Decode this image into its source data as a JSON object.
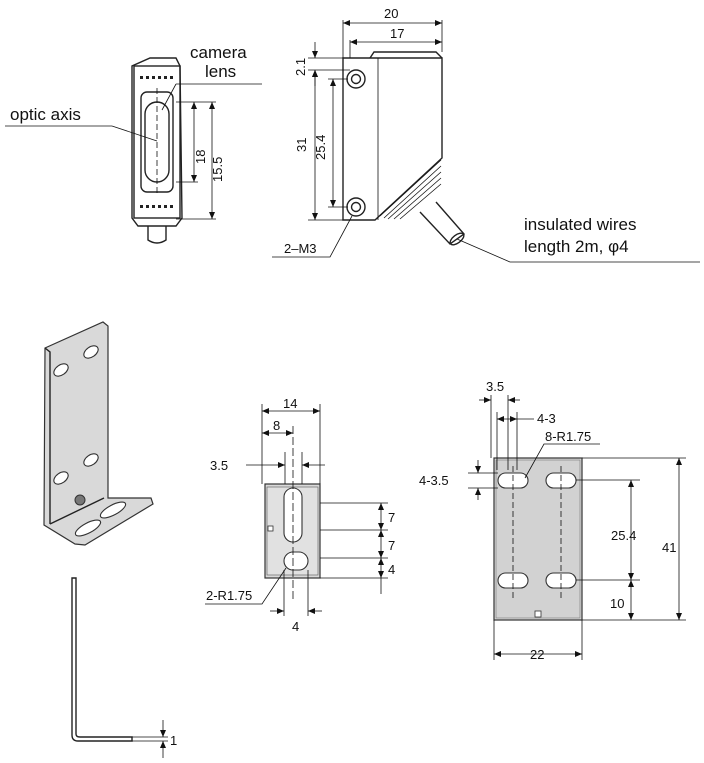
{
  "labels": {
    "camera": "camera",
    "lens": "lens",
    "optic_axis": "optic axis",
    "wires_1": "insulated wires",
    "wires_2": "length 2m, φ4",
    "screw": "2–M3",
    "slot_small": "2-R1.75",
    "slot_large": "8-R1.75"
  },
  "dims": {
    "front_h1": "18",
    "front_h2": "15.5",
    "side_w20": "20",
    "side_w17": "17",
    "side_2_1": "2.1",
    "side_31": "31",
    "side_25_4": "25.4",
    "br_14": "14",
    "br_8": "8",
    "br_3_5": "3.5",
    "br_7a": "7",
    "br_7b": "7",
    "br_4r": "4",
    "br_4b": "4",
    "pl_3_5": "3.5",
    "pl_4_3": "4-3",
    "pl_4_3_5": "4-3.5",
    "pl_25_4": "25.4",
    "pl_41": "41",
    "pl_10": "10",
    "pl_22": "22",
    "thk_1": "1"
  }
}
